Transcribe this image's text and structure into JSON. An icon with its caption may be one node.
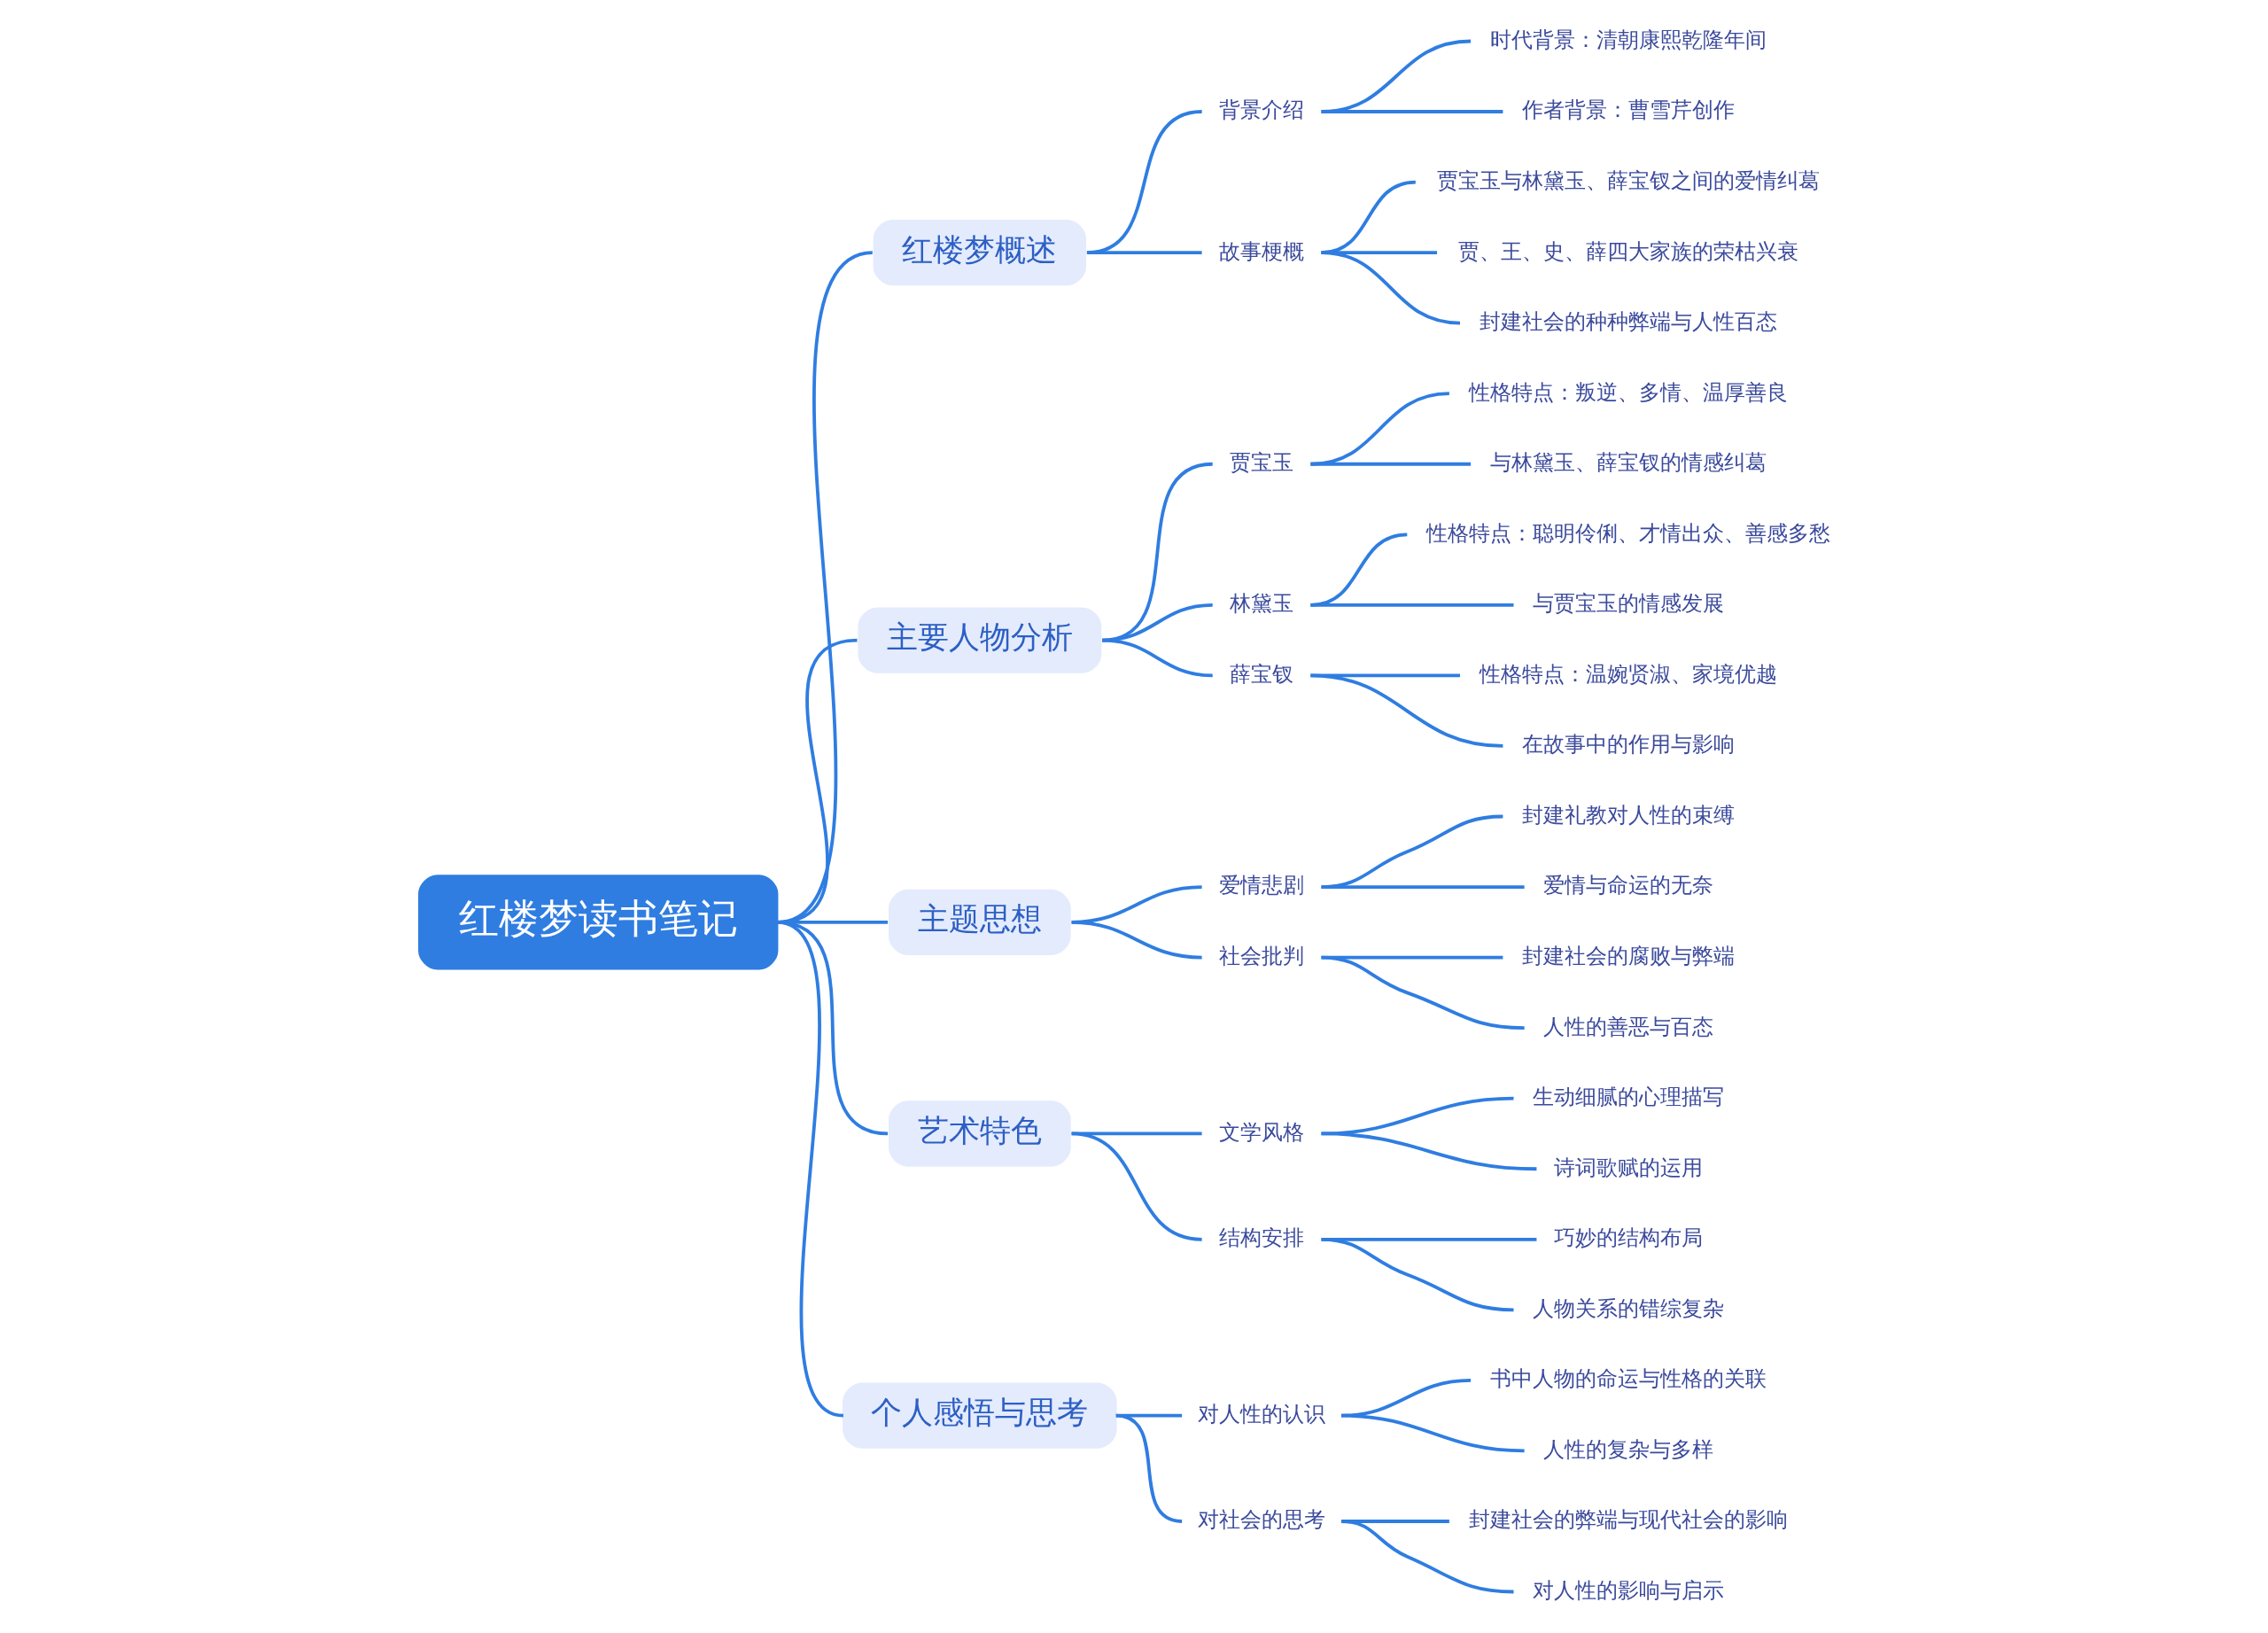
{
  "diagram": {
    "nodes": [
      {
        "text": [
          "红楼梦读书笔记"
        ]
      },
      {
        "text": [
          "红楼梦概述"
        ]
      },
      {
        "text": [
          "背景介绍"
        ]
      },
      {
        "text": [
          "时代背景：清朝康熙乾隆年间"
        ]
      },
      {
        "text": [
          "作者背景：曹雪芹创作"
        ]
      },
      {
        "text": [
          "故事梗概"
        ]
      },
      {
        "text": [
          "贾宝玉与林黛玉、薛宝钗之间的爱情纠葛"
        ]
      },
      {
        "text": [
          "贾、王、史、薛四大家族的荣枯兴衰"
        ]
      },
      {
        "text": [
          "封建社会的种种弊端与人性百态"
        ]
      },
      {
        "text": [
          "主要人物分析"
        ]
      },
      {
        "text": [
          "贾宝玉"
        ]
      },
      {
        "text": [
          "性格特点：叛逆、多情、温厚善良"
        ]
      },
      {
        "text": [
          "与林黛玉、薛宝钗的情感纠葛"
        ]
      },
      {
        "text": [
          "林黛玉"
        ]
      },
      {
        "text": [
          "性格特点：聪明伶俐、才情出众、善感多愁"
        ]
      },
      {
        "text": [
          "与贾宝玉的情感发展"
        ]
      },
      {
        "text": [
          "薛宝钗"
        ]
      },
      {
        "text": [
          "性格特点：温婉贤淑、家境优越"
        ]
      },
      {
        "text": [
          "在故事中的作用与影响"
        ]
      },
      {
        "text": [
          "主题思想"
        ]
      },
      {
        "text": [
          "爱情悲剧"
        ]
      },
      {
        "text": [
          "封建礼教对人性的束缚"
        ]
      },
      {
        "text": [
          "爱情与命运的无奈"
        ]
      },
      {
        "text": [
          "社会批判"
        ]
      },
      {
        "text": [
          "封建社会的腐败与弊端"
        ]
      },
      {
        "text": [
          "人性的善恶与百态"
        ]
      },
      {
        "text": [
          "艺术特色"
        ]
      },
      {
        "text": [
          "文学风格"
        ]
      },
      {
        "text": [
          "生动细腻的心理描写"
        ]
      },
      {
        "text": [
          "诗词歌赋的运用"
        ]
      },
      {
        "text": [
          "结构安排"
        ]
      },
      {
        "text": [
          "巧妙的结构布局"
        ]
      },
      {
        "text": [
          "人物关系的错综复杂"
        ]
      },
      {
        "text": [
          "个人感悟与思考"
        ]
      },
      {
        "text": [
          "对人性的认识"
        ]
      },
      {
        "text": [
          "书中人物的命运与性格的关联"
        ]
      },
      {
        "text": [
          "人性的复杂与多样"
        ]
      },
      {
        "text": [
          "对社会的思考"
        ]
      },
      {
        "text": [
          "封建社会的弊端与现代社会的影响"
        ]
      },
      {
        "text": [
          "对人性的影响与启示"
        ]
      }
    ],
    "edges": [
      {
        "from": 0,
        "to": 1,
        "arrow": "none"
      },
      {
        "from": 1,
        "to": 2,
        "arrow": "none"
      },
      {
        "from": 2,
        "to": 3,
        "arrow": "none"
      },
      {
        "from": 2,
        "to": 4,
        "arrow": "none"
      },
      {
        "from": 1,
        "to": 5,
        "arrow": "none"
      },
      {
        "from": 5,
        "to": 6,
        "arrow": "none"
      },
      {
        "from": 5,
        "to": 7,
        "arrow": "none"
      },
      {
        "from": 5,
        "to": 8,
        "arrow": "none"
      },
      {
        "from": 0,
        "to": 9,
        "arrow": "none"
      },
      {
        "from": 9,
        "to": 10,
        "arrow": "none"
      },
      {
        "from": 10,
        "to": 11,
        "arrow": "none"
      },
      {
        "from": 10,
        "to": 12,
        "arrow": "none"
      },
      {
        "from": 9,
        "to": 13,
        "arrow": "none"
      },
      {
        "from": 13,
        "to": 14,
        "arrow": "none"
      },
      {
        "from": 13,
        "to": 15,
        "arrow": "none"
      },
      {
        "from": 9,
        "to": 16,
        "arrow": "none"
      },
      {
        "from": 16,
        "to": 17,
        "arrow": "none"
      },
      {
        "from": 16,
        "to": 18,
        "arrow": "none"
      },
      {
        "from": 0,
        "to": 19,
        "arrow": "none"
      },
      {
        "from": 19,
        "to": 20,
        "arrow": "none"
      },
      {
        "from": 20,
        "to": 21,
        "arrow": "none"
      },
      {
        "from": 20,
        "to": 22,
        "arrow": "none"
      },
      {
        "from": 19,
        "to": 23,
        "arrow": "none"
      },
      {
        "from": 23,
        "to": 24,
        "arrow": "none"
      },
      {
        "from": 23,
        "to": 25,
        "arrow": "none"
      },
      {
        "from": 0,
        "to": 26,
        "arrow": "none"
      },
      {
        "from": 26,
        "to": 27,
        "arrow": "none"
      },
      {
        "from": 27,
        "to": 28,
        "arrow": "none"
      },
      {
        "from": 27,
        "to": 29,
        "arrow": "none"
      },
      {
        "from": 26,
        "to": 30,
        "arrow": "none"
      },
      {
        "from": 30,
        "to": 31,
        "arrow": "none"
      },
      {
        "from": 30,
        "to": 32,
        "arrow": "none"
      },
      {
        "from": 0,
        "to": 33,
        "arrow": "none"
      },
      {
        "from": 33,
        "to": 34,
        "arrow": "none"
      },
      {
        "from": 34,
        "to": 35,
        "arrow": "none"
      },
      {
        "from": 34,
        "to": 36,
        "arrow": "none"
      },
      {
        "from": 33,
        "to": 37,
        "arrow": "none"
      },
      {
        "from": 37,
        "to": 38,
        "arrow": "none"
      },
      {
        "from": 37,
        "to": 39,
        "arrow": "none"
      }
    ]
  }
}
